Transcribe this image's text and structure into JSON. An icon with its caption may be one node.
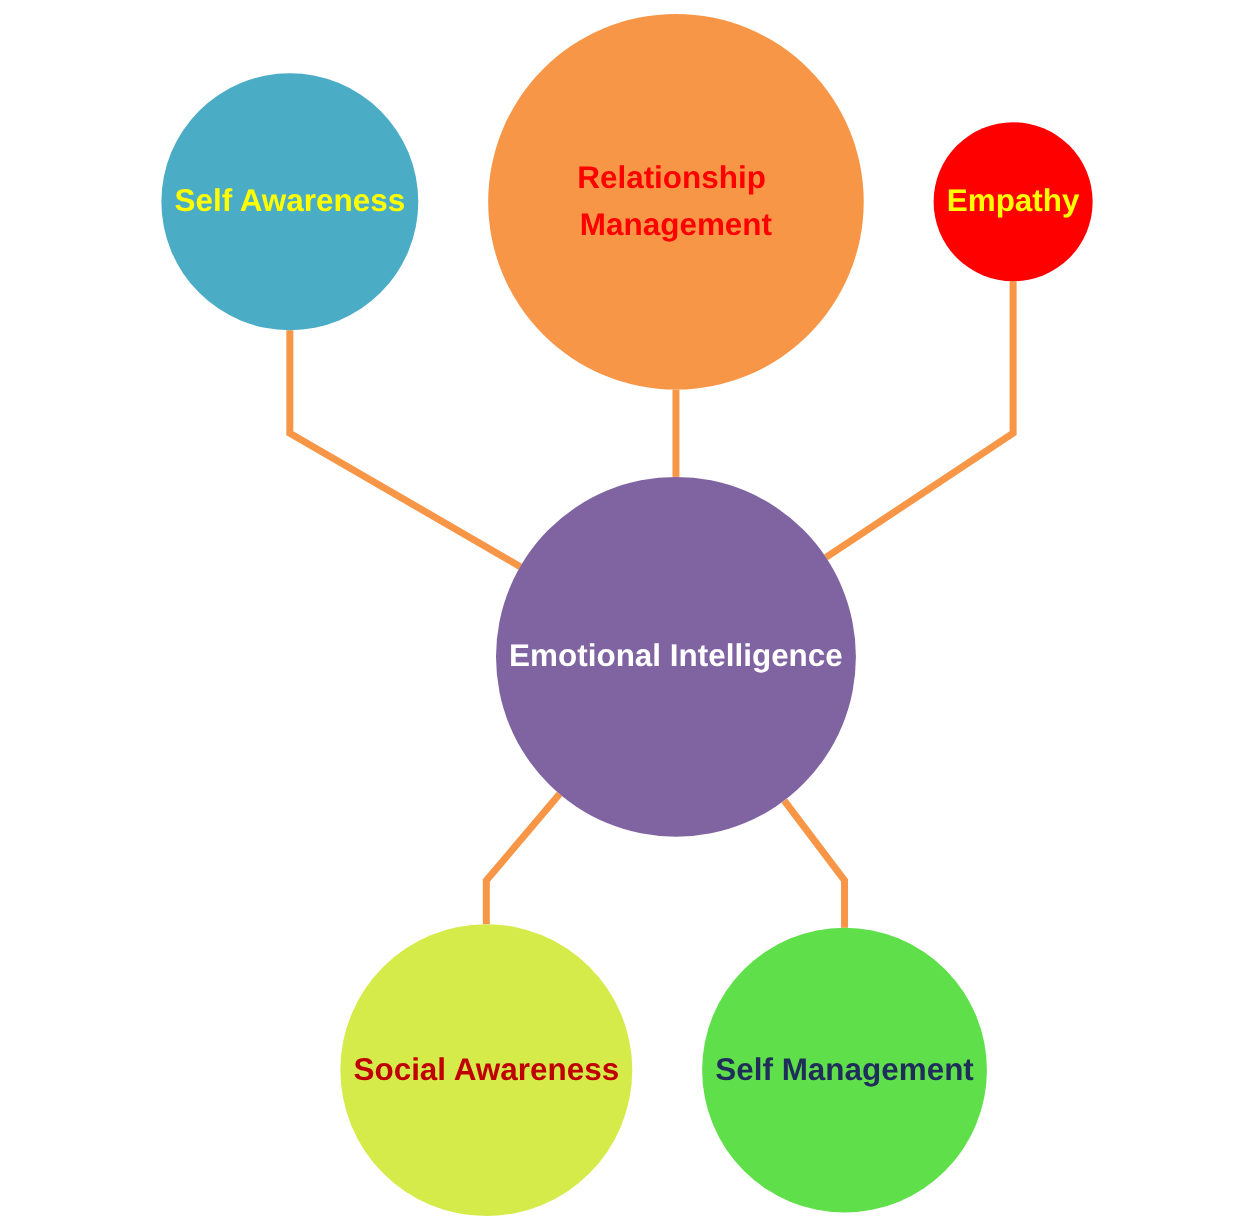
{
  "diagram": {
    "nodes": [
      {
        "text": [
          "Self Awareness"
        ]
      },
      {
        "text": [
          "Relationship Management"
        ]
      },
      {
        "text": [
          "Empathy"
        ]
      },
      {
        "text": [
          "Emotional Intelligence"
        ]
      },
      {
        "text": [
          "Social Awareness"
        ]
      },
      {
        "text": [
          "Self Management"
        ]
      }
    ],
    "edges": [
      {
        "from": 0,
        "to": 3,
        "arrow": "none"
      },
      {
        "from": 1,
        "to": 3,
        "arrow": "none"
      },
      {
        "from": 2,
        "to": 3,
        "arrow": "none"
      },
      {
        "from": 3,
        "to": 4,
        "arrow": "none"
      },
      {
        "from": 3,
        "to": 5,
        "arrow": "none"
      }
    ]
  }
}
